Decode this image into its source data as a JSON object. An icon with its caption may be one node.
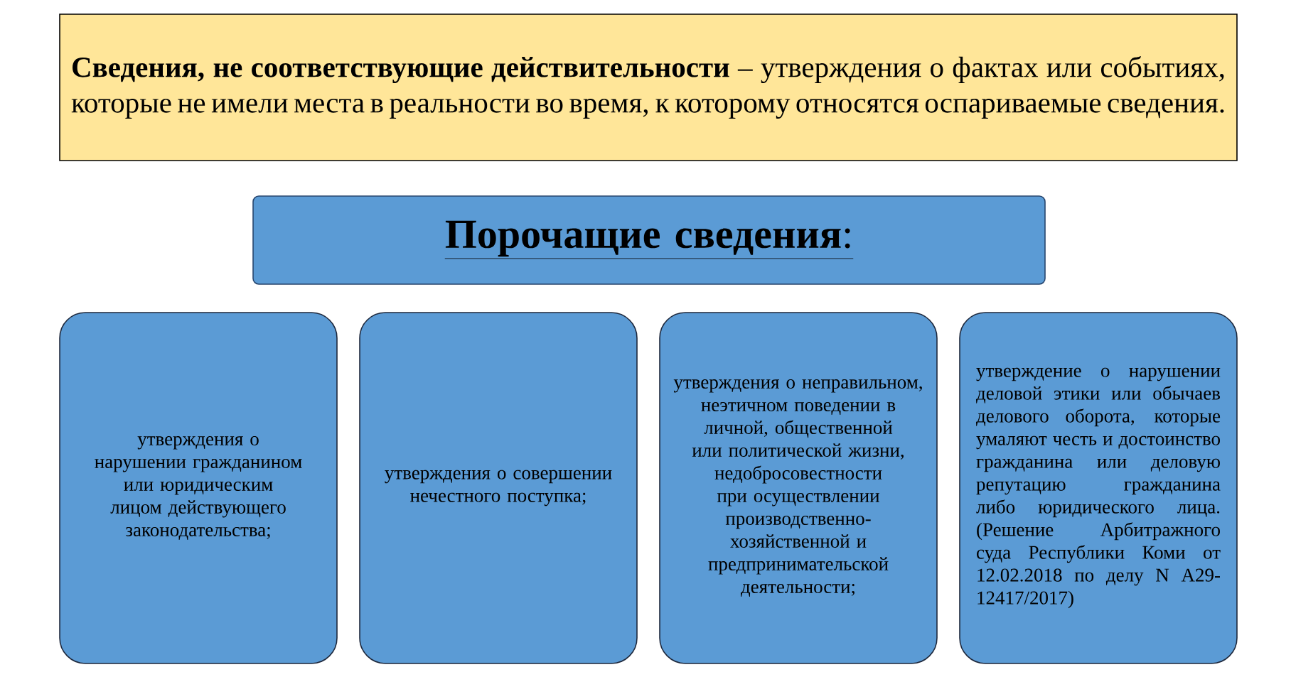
{
  "diagram": {
    "nodes": [
      {
        "text": [
          "**Сведения, не соответствующие действительности** – утверждения о фактах или событиях, которые не имели места в реальности во время, к которому относятся оспариваемые сведения."
        ]
      },
      {
        "text": [
          "**Порочащие сведения**:"
        ]
      },
      {
        "text": [
          "утверждения о нарушении гражданином или юридическим лицом действующего законодательства;"
        ]
      },
      {
        "text": [
          "утверждения о совершении нечестного поступка;"
        ]
      },
      {
        "text": [
          "утверждения о неправильном, неэтичном поведении в личной, общественной или политической жизни, недобросовестности при осуществлении производственно-хозяйственной и предпринимательской деятельности;"
        ]
      },
      {
        "text": [
          "утверждение о нарушении деловой этики или обычаев делового оборота, которые умаляют честь и достоинство гражданина или деловую репутацию гражданина либо юридического лица. (Решение Арбитражного суда Республики Коми от 12.02.2018 по делу N А29-12417/2017)"
        ]
      }
    ]
  }
}
